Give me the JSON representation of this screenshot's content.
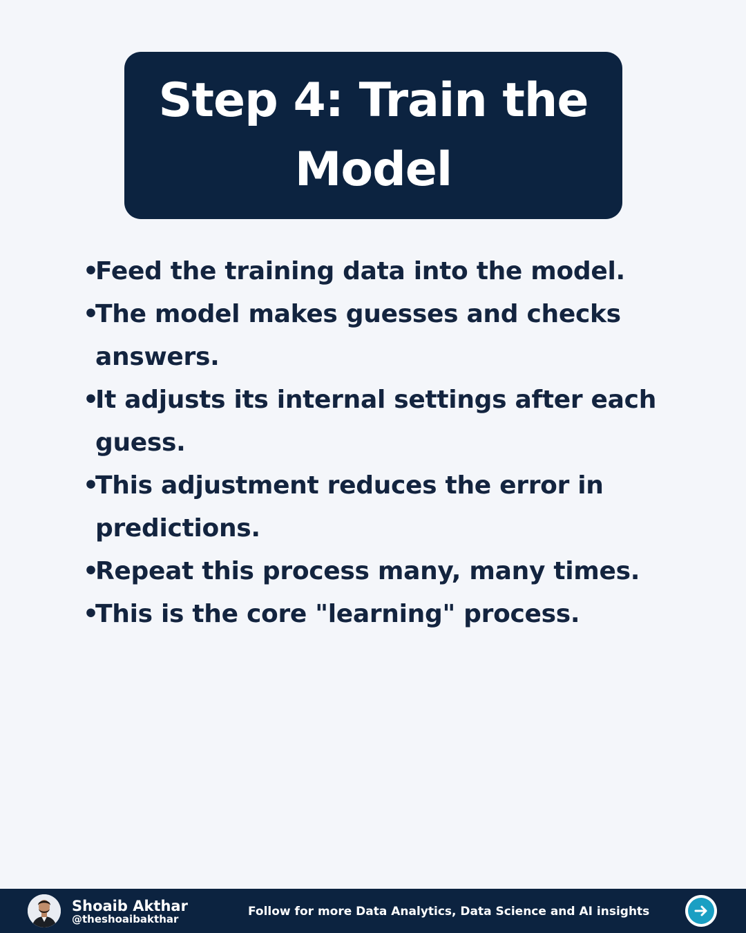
{
  "title": "Step 4: Train the Model",
  "bullet_symbol": "•",
  "bullets": [
    "Feed the training data into the model.",
    "The model makes guesses and checks answers.",
    "It adjusts its internal settings after each guess.",
    "This adjustment reduces the error in predictions.",
    "Repeat this process many, many times.",
    "This is the core \"learning\" process."
  ],
  "footer": {
    "author_name": "Shoaib Akthar",
    "author_handle": "@theshoaibakthar",
    "cta_text": "Follow for more Data Analytics, Data Science and AI insights",
    "next_icon": "arrow-right-circle-icon"
  },
  "colors": {
    "background": "#f4f6fa",
    "title_box": "#0c2340",
    "body_text": "#13243f",
    "footer": "#0c2340",
    "accent": "#1a9fc3"
  }
}
